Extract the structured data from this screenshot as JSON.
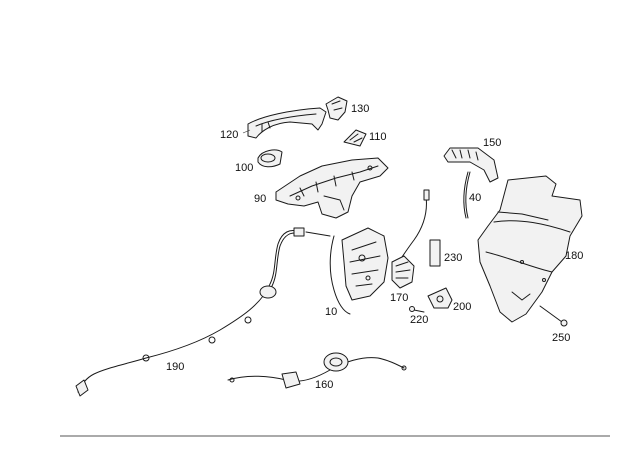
{
  "labels": {
    "p10": "10",
    "p40": "40",
    "p90": "90",
    "p100": "100",
    "p110": "110",
    "p120": "120",
    "p130": "130",
    "p150": "150",
    "p160": "160",
    "p170": "170",
    "p180": "180",
    "p190": "190",
    "p200": "200",
    "p220": "220",
    "p230": "230",
    "p250": "250"
  }
}
